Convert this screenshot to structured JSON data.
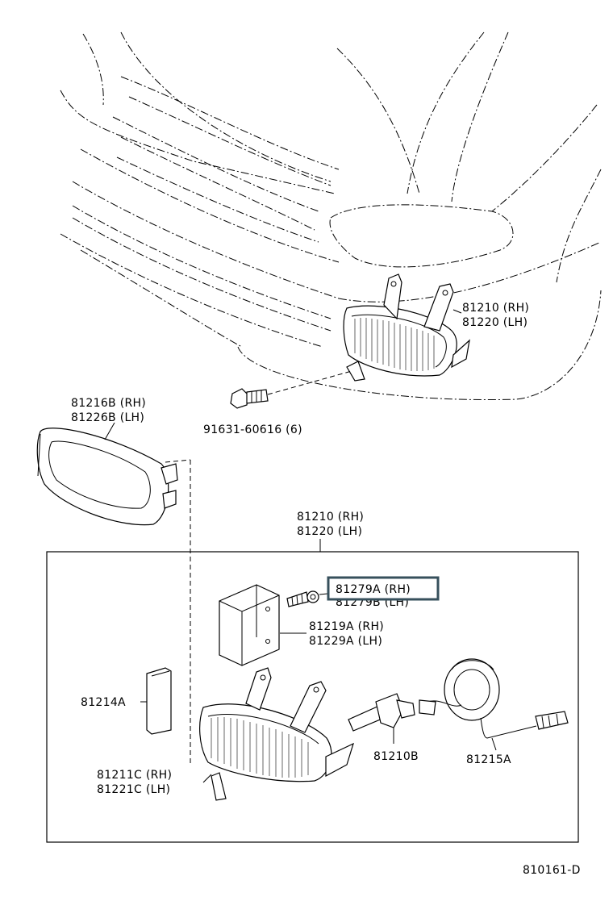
{
  "diagram_id": "810161-D",
  "parts": {
    "fog_lamp_assy": {
      "rh": "81210 (RH)",
      "lh": "81220 (LH)"
    },
    "screw": {
      "label": "91631-60616 (6)"
    },
    "cover": {
      "rh": "81216B (RH)",
      "lh": "81226B (LH)"
    },
    "kit_header": {
      "rh": "81210 (RH)",
      "lh": "81220 (LH)"
    },
    "aiming_screw": {
      "rh": "81279A (RH)",
      "lh": "81279B (LH)"
    },
    "bracket": {
      "rh": "81219A (RH)",
      "lh": "81229A (LH)"
    },
    "retainer": {
      "label": "81214A"
    },
    "bulb": {
      "label": "81210B"
    },
    "socket": {
      "label": "81215A"
    },
    "unit": {
      "rh": "81211C (RH)",
      "lh": "81221C (LH)"
    }
  },
  "highlight": {
    "target": "81279A (RH)",
    "color": "#37505c"
  }
}
